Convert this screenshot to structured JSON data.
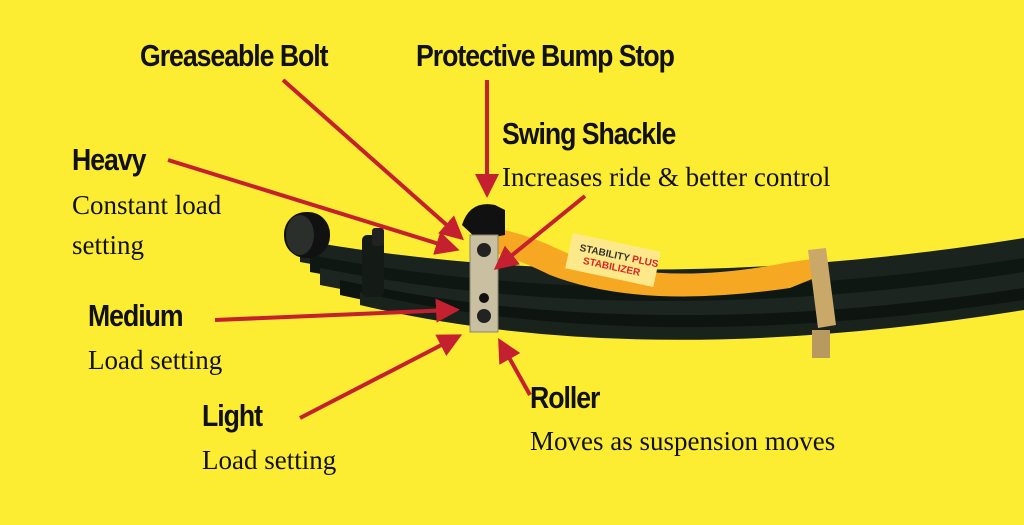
{
  "labels": {
    "greaseable_bolt": {
      "title": "Greaseable Bolt"
    },
    "bump_stop": {
      "title": "Protective Bump Stop"
    },
    "swing_shackle": {
      "title": "Swing Shackle",
      "desc": "Increases ride & better control"
    },
    "heavy": {
      "title": "Heavy",
      "desc_line1": "Constant load",
      "desc_line2": "setting"
    },
    "medium": {
      "title": "Medium",
      "desc": "Load setting"
    },
    "light": {
      "title": "Light",
      "desc": "Load setting"
    },
    "roller": {
      "title": "Roller",
      "desc": "Moves as suspension moves"
    }
  },
  "product": {
    "brand_line1": "STABILITY",
    "brand_plus": "PLUS",
    "brand_line2": "STABILIZER"
  },
  "colors": {
    "background": "#fded32",
    "arrow": "#c4202f",
    "spring": "#15201a",
    "stabilizer": "#f7a823"
  }
}
